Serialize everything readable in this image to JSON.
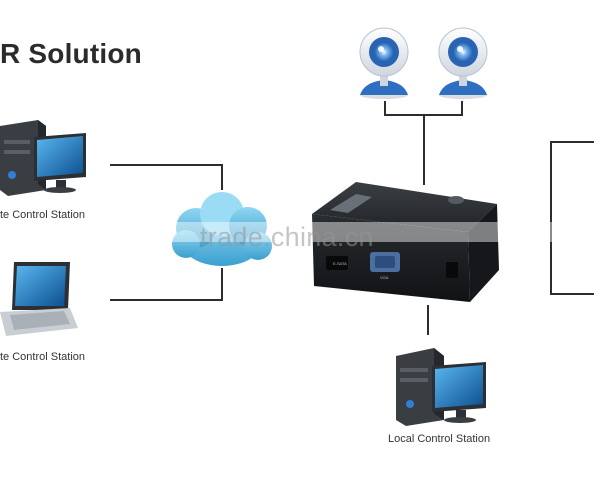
{
  "title": "R Solution",
  "labels": {
    "remote_1": "te Control Station",
    "remote_2": "te Control Station",
    "local": "Local Control Station"
  },
  "device": {
    "port_1": "E-SATA",
    "port_2": "VGA"
  },
  "watermark": "trade.china.cn",
  "icons": [
    "webcam-icon",
    "webcam-icon",
    "desktop-computer-icon",
    "laptop-icon",
    "cloud-icon",
    "dvr-device-icon",
    "desktop-computer-icon"
  ]
}
